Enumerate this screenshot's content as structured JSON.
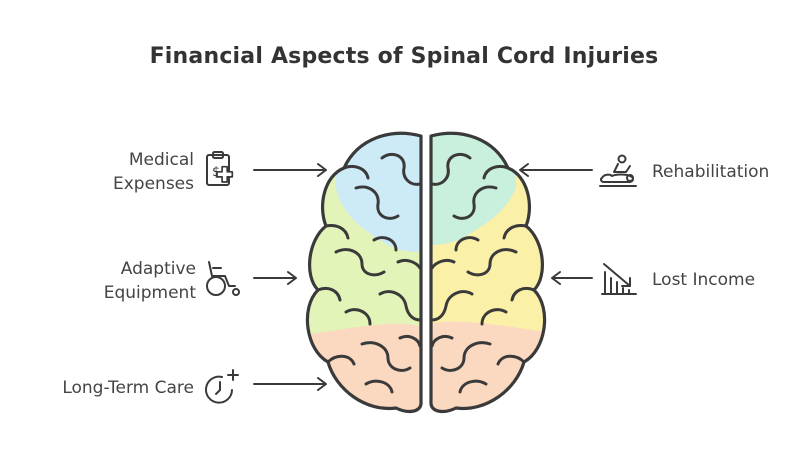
{
  "title": "Financial Aspects of Spinal Cord Injuries",
  "left_items": [
    {
      "line1": "Medical",
      "line2": "Expenses",
      "icon": "medical-bill-icon"
    },
    {
      "line1": "Adaptive",
      "line2": "Equipment",
      "icon": "wheelchair-icon"
    },
    {
      "line1": "Long-Term Care",
      "line2": "",
      "icon": "clock-plus-icon"
    }
  ],
  "right_items": [
    {
      "label": "Rehabilitation",
      "icon": "therapy-massage-icon"
    },
    {
      "label": "Lost Income",
      "icon": "declining-bar-chart-icon"
    }
  ],
  "colors": {
    "blue_region": "#cdeaf7",
    "teal_region": "#c8f0dc",
    "green_region": "#e3f4b8",
    "yellow_region": "#fbf0a8",
    "peach_region": "#fbd8c0",
    "outline": "#3a3a3a"
  }
}
